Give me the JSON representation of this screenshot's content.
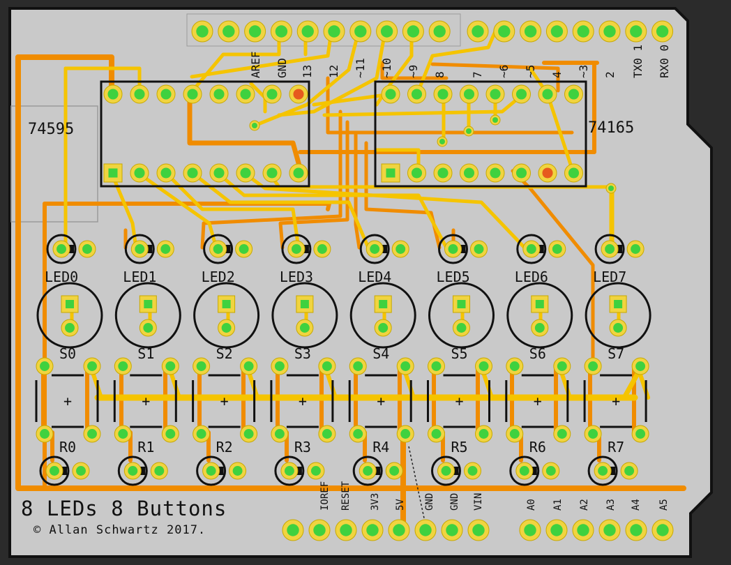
{
  "board": {
    "title": "8 LEDs 8 Buttons",
    "copyright": "© Allan Schwartz 2017.",
    "colors": {
      "background": "#2b2b2b",
      "pcb": "#c9c9c9",
      "trace_top": "#f5c400",
      "trace_bottom": "#f08c00",
      "pad_ring": "#f0d440",
      "pad_center": "#3fd13f",
      "pad_red": "#e65a1e"
    }
  },
  "chips": [
    {
      "name": "74595"
    },
    {
      "name": "74165"
    }
  ],
  "header_top_labels": [
    "AREF",
    "GND",
    "13",
    "12",
    "~11",
    "~10",
    "~9",
    "8",
    "7",
    "~6",
    "~5",
    "4",
    "~3",
    "2",
    "TX0 1",
    "RX0 0"
  ],
  "header_bottom_labels": [
    "IOREF",
    "RESET",
    "3V3",
    "5V",
    "GND",
    "GND",
    "VIN",
    "A0",
    "A1",
    "A2",
    "A3",
    "A4",
    "A5"
  ],
  "leds": [
    "LED0",
    "LED1",
    "LED2",
    "LED3",
    "LED4",
    "LED5",
    "LED6",
    "LED7"
  ],
  "switches": [
    "S0",
    "S1",
    "S2",
    "S3",
    "S4",
    "S5",
    "S6",
    "S7"
  ],
  "resistors": [
    "R0",
    "R1",
    "R2",
    "R3",
    "R4",
    "R5",
    "R6",
    "R7"
  ],
  "plus_mark": "+"
}
